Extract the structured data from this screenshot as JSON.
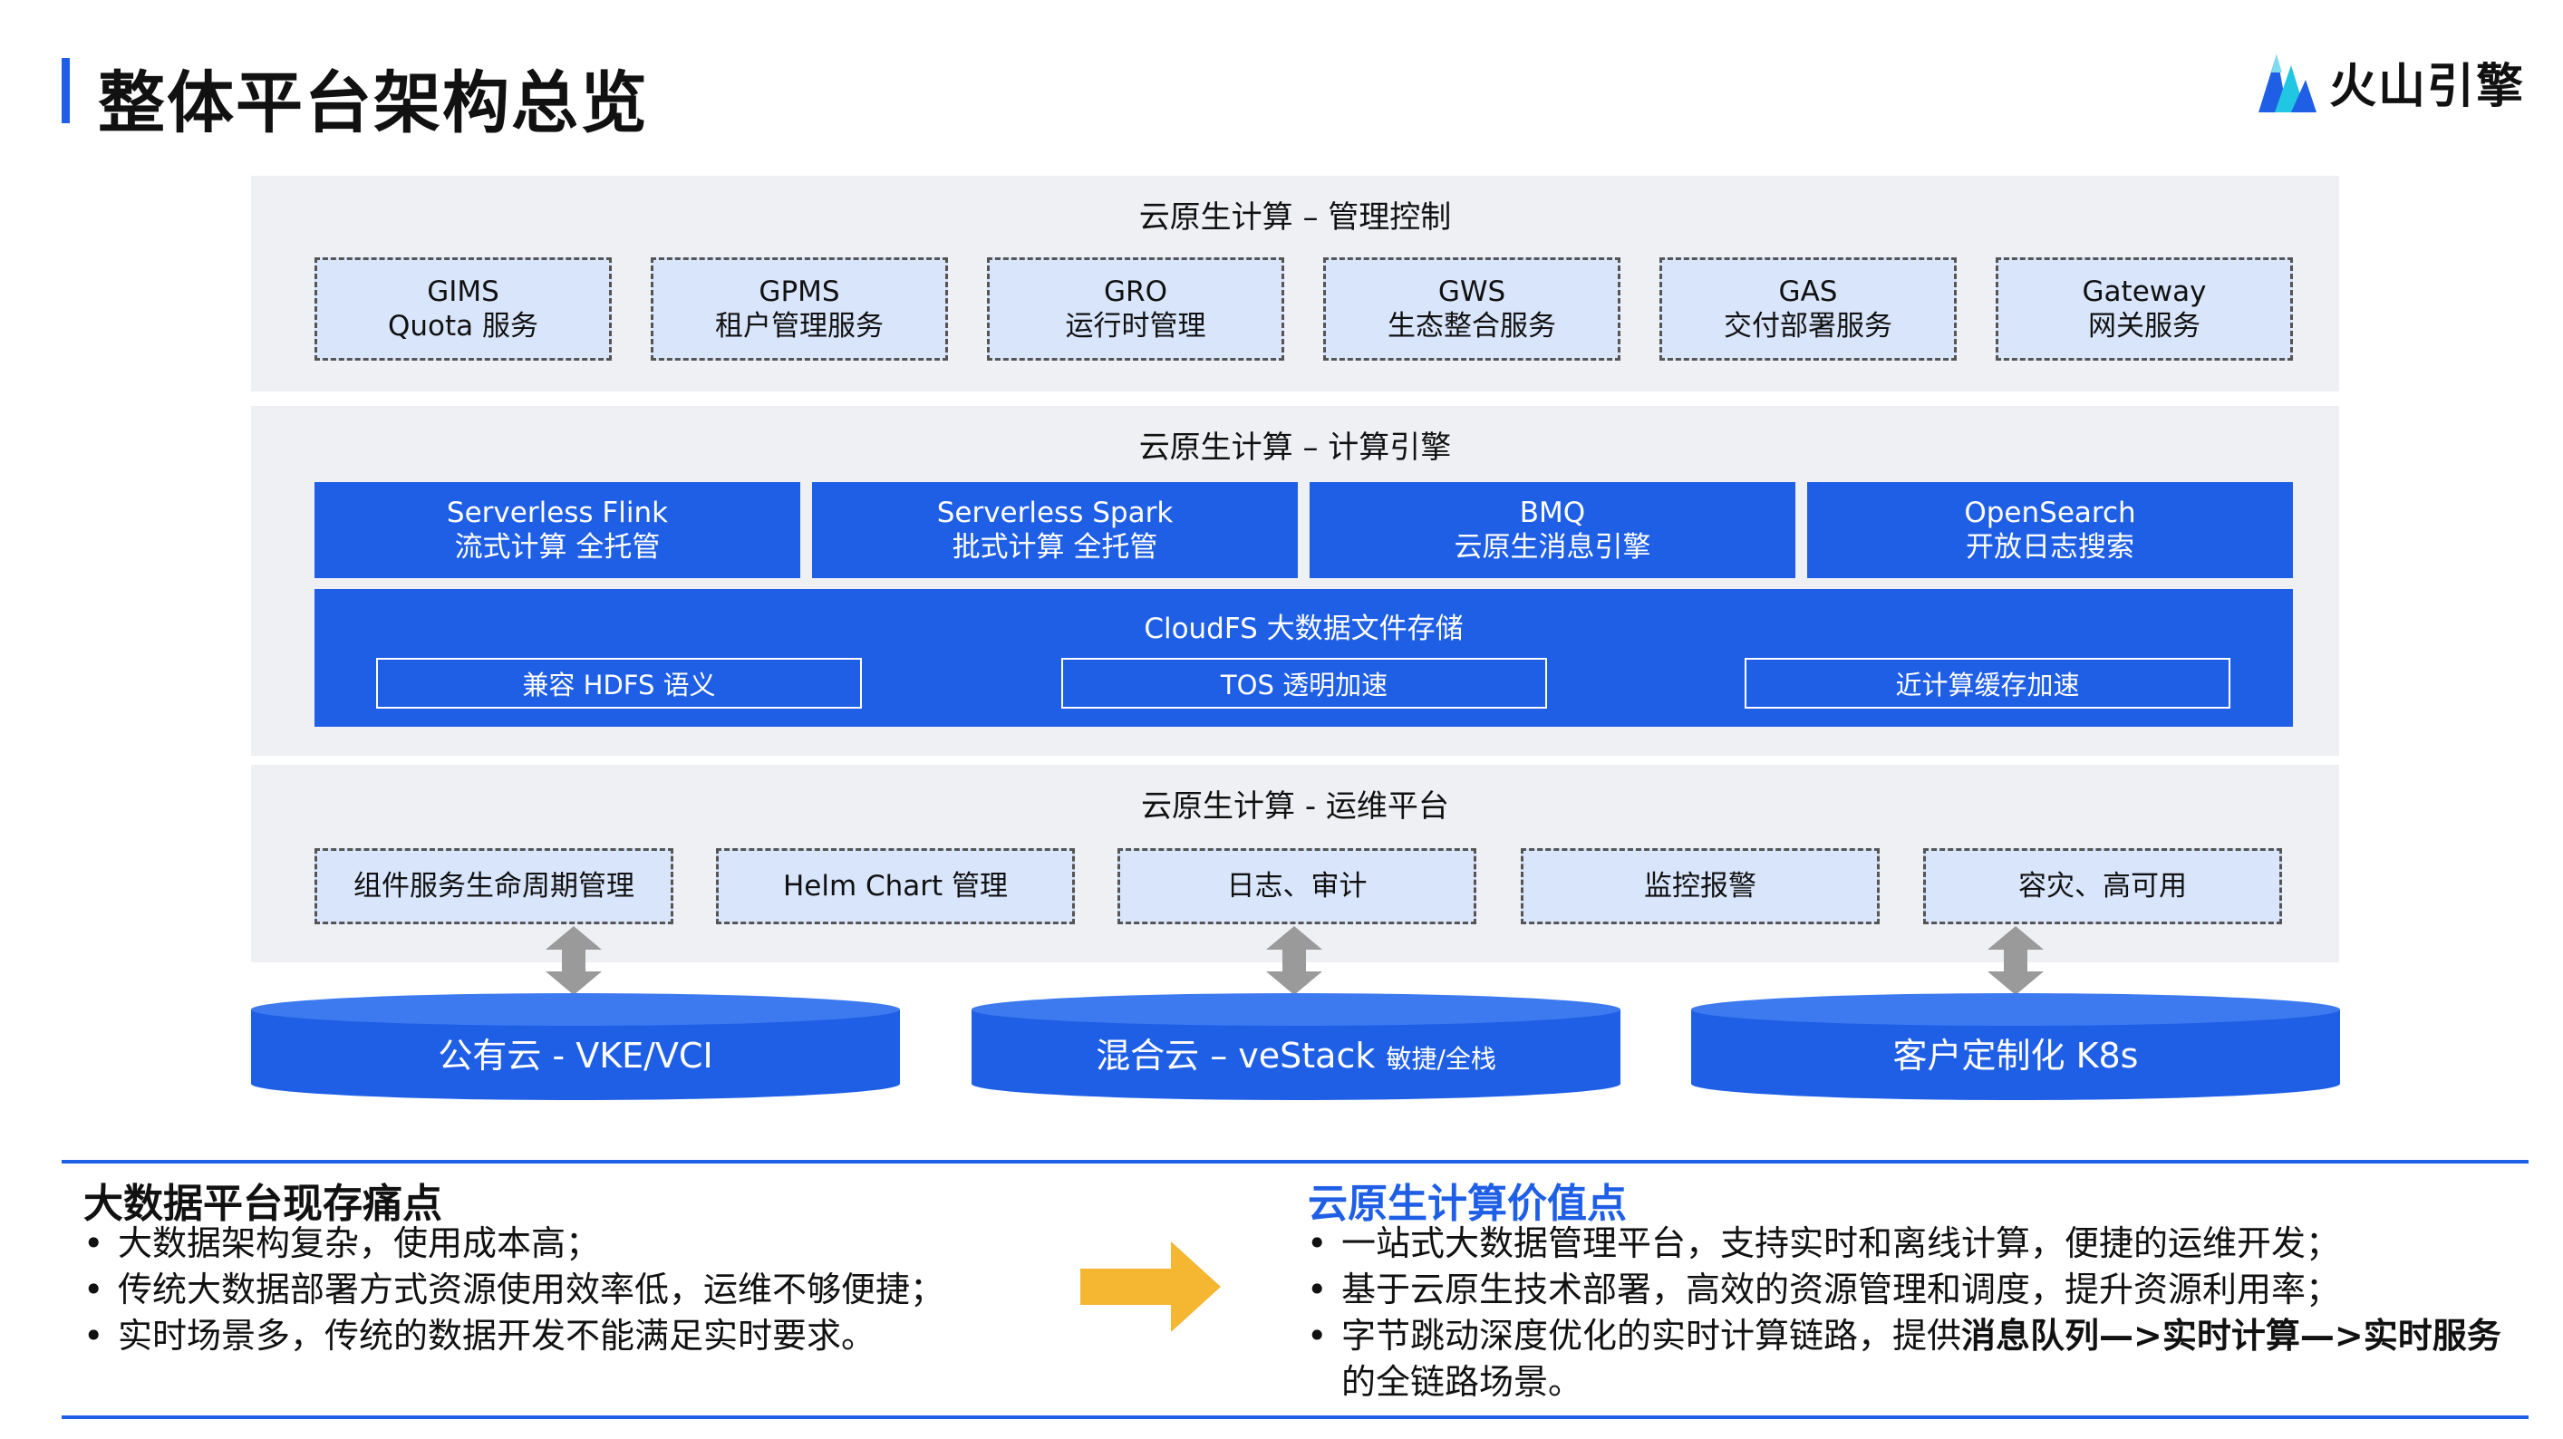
{
  "header": {
    "title": "整体平台架构总览",
    "logo_text": "火山引擎",
    "logo_icon": "volcano-mountain-icon"
  },
  "management": {
    "title": "云原生计算 – 管理控制",
    "services": [
      {
        "name": "GIMS",
        "desc": "Quota 服务"
      },
      {
        "name": "GPMS",
        "desc": "租户管理服务"
      },
      {
        "name": "GRO",
        "desc": "运行时管理"
      },
      {
        "name": "GWS",
        "desc": "生态整合服务"
      },
      {
        "name": "GAS",
        "desc": "交付部署服务"
      },
      {
        "name": "Gateway",
        "desc": "网关服务"
      }
    ]
  },
  "engine": {
    "title": "云原生计算 – 计算引擎",
    "engines": [
      {
        "name": "Serverless Flink",
        "desc": "流式计算 全托管"
      },
      {
        "name": "Serverless Spark",
        "desc": "批式计算 全托管"
      },
      {
        "name": "BMQ",
        "desc": "云原生消息引擎"
      },
      {
        "name": "OpenSearch",
        "desc": "开放日志搜索"
      }
    ],
    "storage": {
      "title": "CloudFS 大数据文件存储",
      "features": [
        "兼容 HDFS 语义",
        "TOS 透明加速",
        "近计算缓存加速"
      ]
    }
  },
  "ops": {
    "title": "云原生计算 - 运维平台",
    "items": [
      "组件服务生命周期管理",
      "Helm Chart 管理",
      "日志、审计",
      "监控报警",
      "容灾、高可用"
    ]
  },
  "deployments": [
    {
      "label": "公有云 - VKE/VCI",
      "note": ""
    },
    {
      "label": "混合云 – veStack ",
      "note": "敏捷/全栈"
    },
    {
      "label": "客户定制化 K8s",
      "note": ""
    }
  ],
  "pain_points": {
    "title": "大数据平台现存痛点",
    "items": [
      "大数据架构复杂，使用成本高；",
      "传统大数据部署方式资源使用效率低，运维不够便捷；",
      "实时场景多，传统的数据开发不能满足实时要求。"
    ]
  },
  "value_points": {
    "title": "云原生计算价值点",
    "items": [
      "一站式大数据管理平台，支持实时和离线计算，便捷的运维开发；",
      "基于云原生技术部署，高效的资源管理和调度，提升资源利用率；"
    ],
    "item3_prefix": "字节跳动深度优化的实时计算链路，提供",
    "item3_bold": "消息队列—>实时计算—>实时服务",
    "item3_suffix": "的全链路场景。"
  },
  "colors": {
    "primary_blue": "#1f5fe6",
    "light_blue": "#d9e5fb",
    "panel_gray": "#eef0f4",
    "arrow_gray": "#9a9a9a",
    "arrow_yellow": "#f5b731"
  }
}
